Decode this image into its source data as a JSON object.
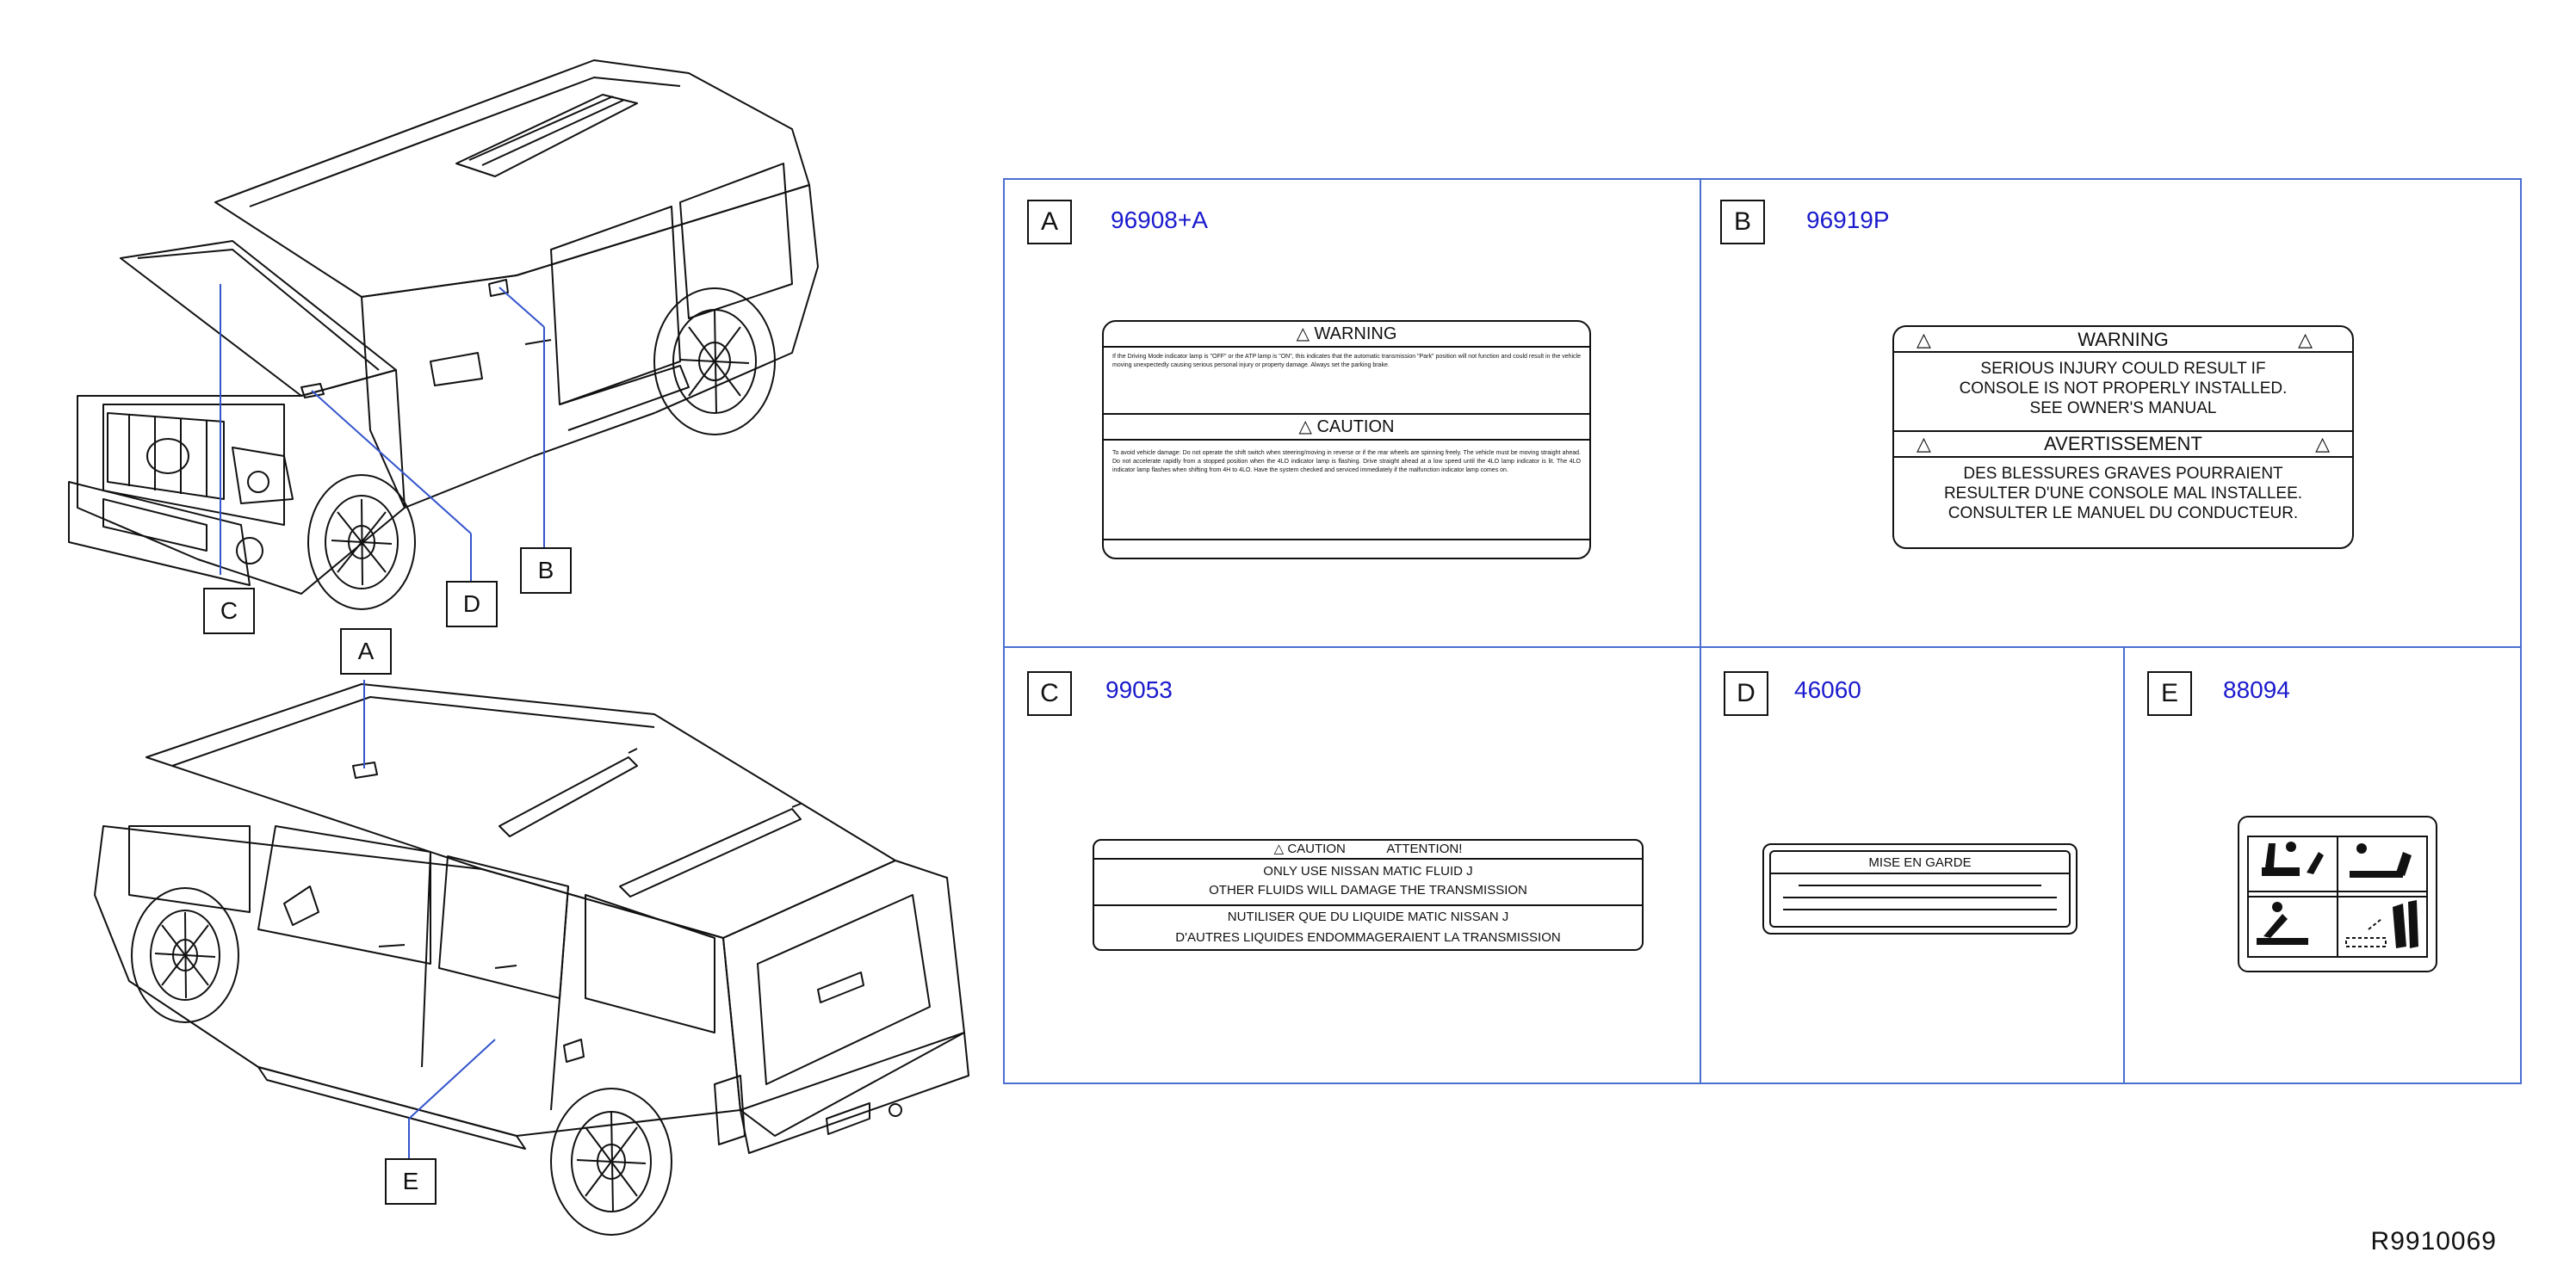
{
  "callouts": {
    "A": "A",
    "B": "B",
    "C": "C",
    "D": "D",
    "E": "E"
  },
  "panels": {
    "a": {
      "letter": "A",
      "part_number": "96908+A"
    },
    "b": {
      "letter": "B",
      "part_number": "96919P"
    },
    "c": {
      "letter": "C",
      "part_number": "99053"
    },
    "d": {
      "letter": "D",
      "part_number": "46060"
    },
    "e": {
      "letter": "E",
      "part_number": "88094"
    }
  },
  "label_a": {
    "warning_title": "WARNING",
    "warning_text": "If the Driving Mode indicator lamp is \"OFF\" or the ATP lamp is \"ON\", this indicates that the automatic transmission \"Park\" position will not function and could result in the vehicle moving unexpectedly causing serious personal injury or property damage. Always set the parking brake.",
    "caution_title": "CAUTION",
    "caution_text": "To avoid vehicle damage: Do not operate the shift switch when steering/moving in reverse or if the rear wheels are spinning freely. The vehicle must be moving straight ahead. Do not accelerate rapidly from a stopped position when the 4LO indicator lamp is flashing. Drive straight ahead at a low speed until the 4LO lamp indicator is lit. The 4LO indicator lamp flashes when shifting from 4H to 4LO. Have the system checked and serviced immediately if the malfunction indicator lamp comes on."
  },
  "label_b": {
    "warning_title": "WARNING",
    "warning_lines": [
      "SERIOUS  INJURY  COULD  RESULT  IF",
      "CONSOLE  IS  NOT  PROPERLY  INSTALLED.",
      "SEE  OWNER'S  MANUAL"
    ],
    "avert_title": "AVERTISSEMENT",
    "avert_lines": [
      "DES  BLESSURES  GRAVES  POURRAIENT",
      "RESULTER  D'UNE  CONSOLE  MAL  INSTALLEE.",
      "CONSULTER  LE  MANUEL  DU  CONDUCTEUR."
    ]
  },
  "label_c": {
    "header_caution": "CAUTION",
    "header_attention": "ATTENTION!",
    "line1": "ONLY   USE   NISSAN   MATIC   FLUID   J",
    "line2": "OTHER   FLUIDS   WILL   DAMAGE   THE   TRANSMISSION",
    "line3": "NUTILISER   QUE   DU   LIQUIDE   MATIC   NISSAN   J",
    "line4": "D'AUTRES   LIQUIDES   ENDOMMAGERAIENT   LA   TRANSMISSION"
  },
  "label_d": {
    "title": "MISE   EN   GARDE"
  },
  "reference_code": "R9910069",
  "colors": {
    "grid_border": "#4a6fd0",
    "part_number": "#1a1acd",
    "line": "#111111"
  }
}
